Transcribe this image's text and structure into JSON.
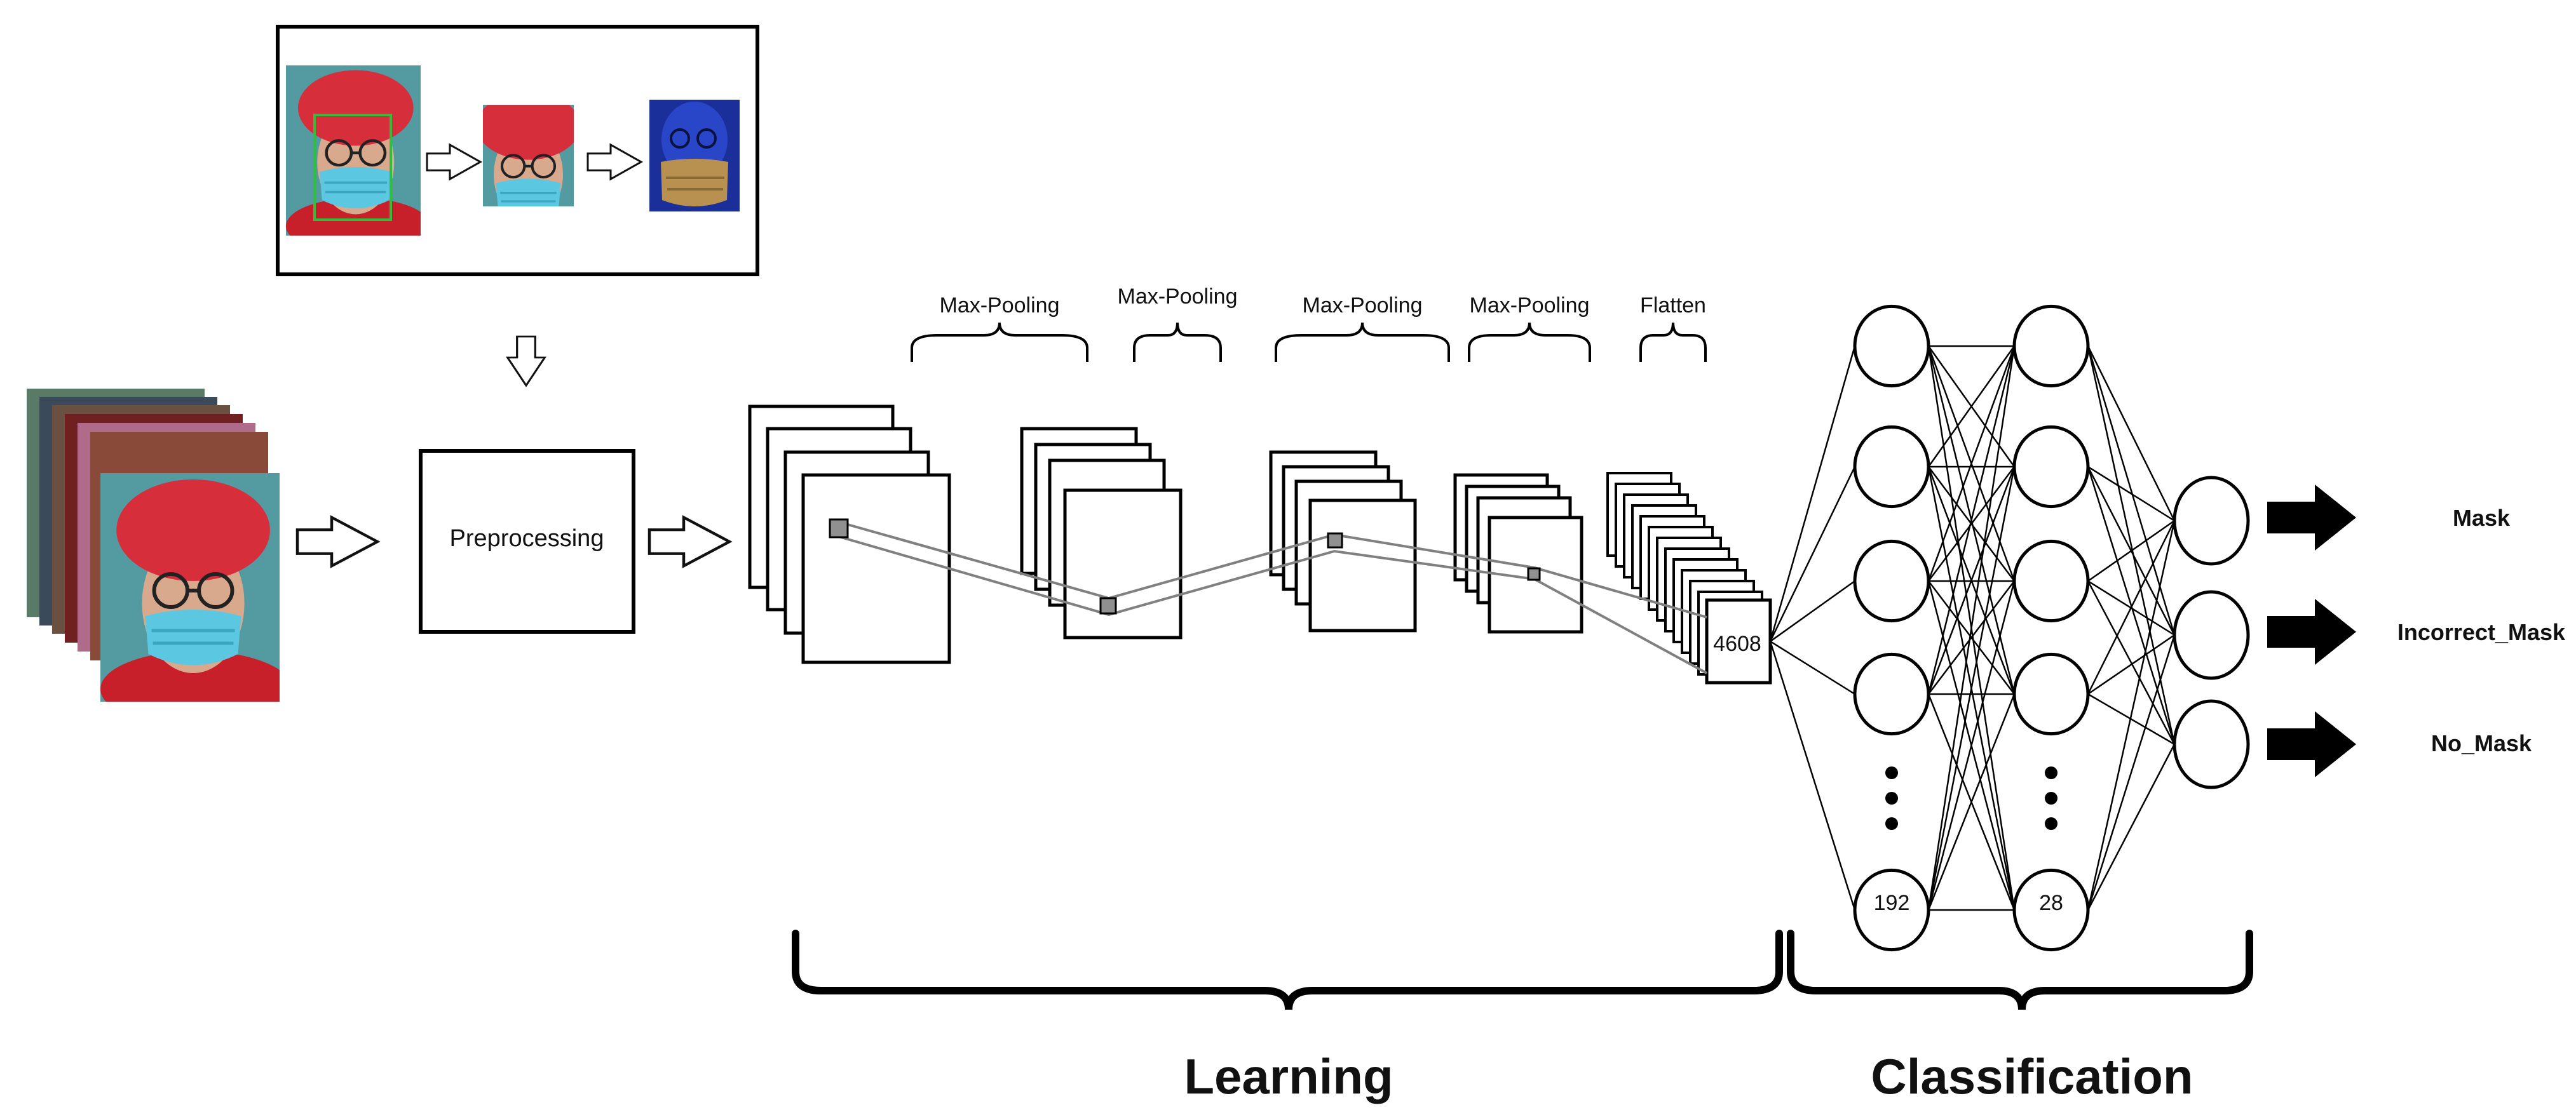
{
  "preprocessing": {
    "label": "Preprocessing"
  },
  "pooling_labels": [
    "Max-Pooling",
    "Max-Pooling",
    "Max-Pooling",
    "Max-Pooling"
  ],
  "flatten": {
    "label": "Flatten",
    "size": "4608"
  },
  "dense": {
    "layer1_units": "192",
    "layer2_units": "28"
  },
  "outputs": [
    "Mask",
    "Incorrect_Mask",
    "No_Mask"
  ],
  "sections": {
    "learning": "Learning",
    "classification": "Classification"
  },
  "colors": {
    "hat_red": "#d62f3b",
    "mask_blue": "#5cc7e0",
    "skin": "#d9a98e",
    "detect_box": "#2fbf3a",
    "filtered_blue": "#1a2f9a",
    "filtered_mask": "#b89050",
    "filter_gray": "#808080"
  },
  "icons": [
    "right-arrow-icon",
    "down-arrow-icon",
    "face-mask-photo",
    "bold-arrow-icon"
  ]
}
